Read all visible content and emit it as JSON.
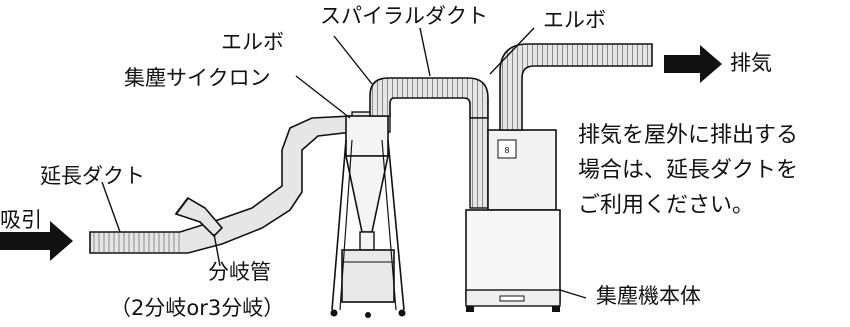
{
  "labels": {
    "elbow_left": "エルボ",
    "spiral_duct": "スパイラルダクト",
    "elbow_right": "エルボ",
    "cyclone": "集塵サイクロン",
    "extension_duct": "延長ダクト",
    "intake": "吸引",
    "branch_pipe": "分岐管",
    "branch_options": "（2分岐or3分岐）",
    "exhaust": "排気",
    "collector_body": "集塵機本体"
  },
  "note": {
    "lines": [
      "排気を屋外に排出する",
      "場合は、延長ダクトを",
      "ご利用ください。"
    ]
  },
  "colors": {
    "ink": "#111111",
    "duct_fill": "#e6e6e6",
    "duct_rib": "#9a9a9a",
    "body_fill": "#f2f2f2"
  }
}
